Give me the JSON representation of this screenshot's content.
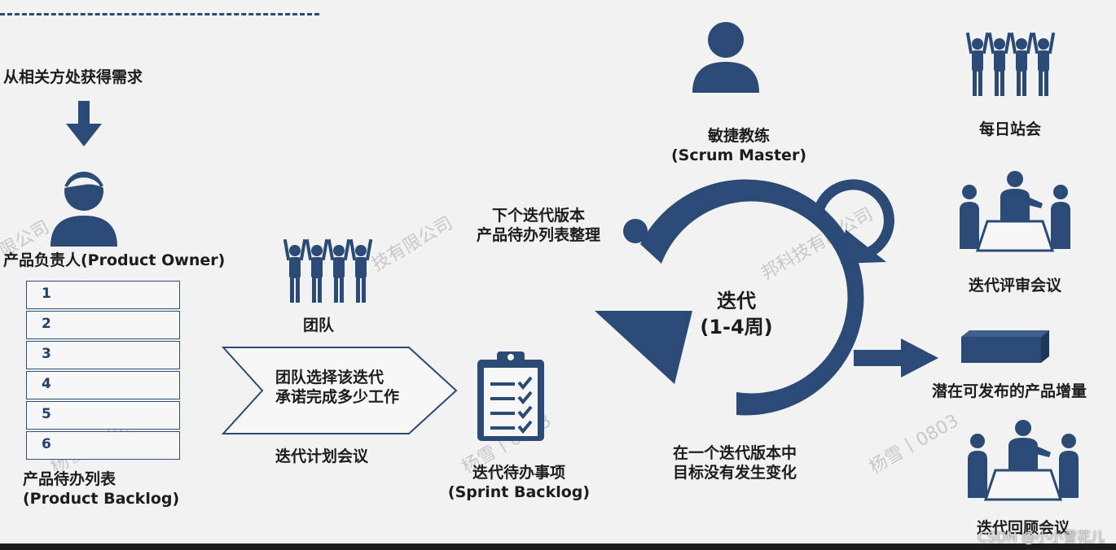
{
  "left": {
    "source_label": "从相关方处获得需求",
    "owner_label": "产品负责人(Product Owner)",
    "backlog_items": [
      "1",
      "2",
      "3",
      "4",
      "5",
      "6"
    ],
    "backlog_label_line1": "产品待办列表",
    "backlog_label_line2": "(Product Backlog)"
  },
  "planning": {
    "team_label": "团队",
    "box_line1": "团队选择该迭代",
    "box_line2": "承诺完成多少工作",
    "meeting_label": "迭代计划会议"
  },
  "sprint_backlog": {
    "label_line1": "迭代待办事项",
    "label_line2": "(Sprint Backlog)"
  },
  "cycle": {
    "coach_line1": "敏捷教练",
    "coach_line2": "(Scrum Master)",
    "refine_line1": "下个迭代版本",
    "refine_line2": "产品待办列表整理",
    "center_line1": "迭代",
    "center_line2": "(1-4周)",
    "bottom_line1": "在一个迭代版本中",
    "bottom_line2": "目标没有发生变化"
  },
  "right": {
    "daily_label": "每日站会",
    "review_label": "迭代评审会议",
    "increment_label": "潜在可发布的产品增量",
    "retro_label": "迭代回顾会议"
  },
  "watermarks": [
    "限公司",
    "技有限公司",
    "邦科技有限公司",
    "杨雪丨0803",
    "杨雪丨0803",
    "杨雪丨0803",
    "杨雪丨0803"
  ],
  "footer": {
    "credit": "CSDN @小小雪花儿"
  },
  "colors": {
    "primary": "#2b4a75",
    "background": "#f2f2f2"
  }
}
